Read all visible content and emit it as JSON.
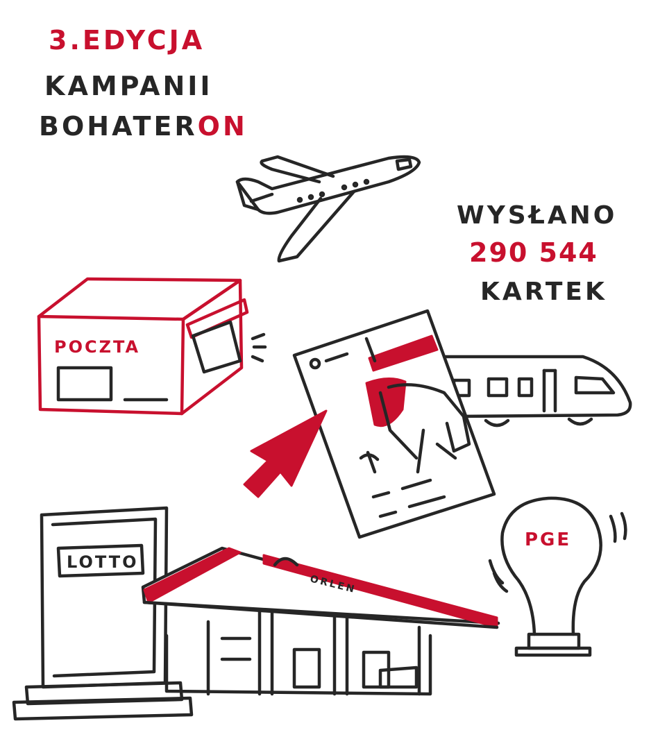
{
  "heading": {
    "edition": "3.EDYCJA",
    "line2": "KAMPANII",
    "brand_black": "BOHATER",
    "brand_red": "ON"
  },
  "stats": {
    "line1": "WYSŁANO",
    "count": "290 544",
    "line3": "KARTEK"
  },
  "labels": {
    "post_office": "POCZTA",
    "lottery": "LOTTO",
    "fuel_brand": "ORLEN",
    "energy": "PGE"
  },
  "colors": {
    "accent_red": "#c8102e",
    "ink": "#262626",
    "background": "#ffffff"
  }
}
